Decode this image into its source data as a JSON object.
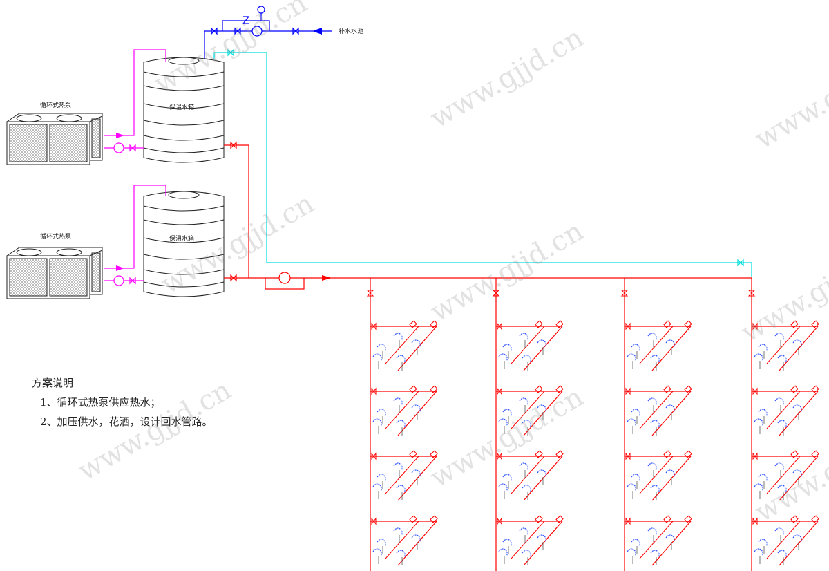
{
  "labels": {
    "heat_pump_1": "循环式热泵",
    "heat_pump_2": "循环式热泵",
    "tank_1": "保温水箱",
    "tank_2": "保温水箱",
    "makeup_water": "补水水池"
  },
  "notes": {
    "title": "方案说明",
    "items": [
      "1、循环式热泵供应热水；",
      "2、加压供水，花洒，设计回水管路。"
    ]
  },
  "watermark": "www.gjjd.cn",
  "colors": {
    "hot_supply": "#ff0000",
    "return": "#00dede",
    "makeup": "#0000ff",
    "heat_pump_loop": "#ff00ff",
    "equipment": "#222222",
    "fixtures": "#3355ff"
  },
  "risers": 4,
  "floors_per_riser": 4
}
